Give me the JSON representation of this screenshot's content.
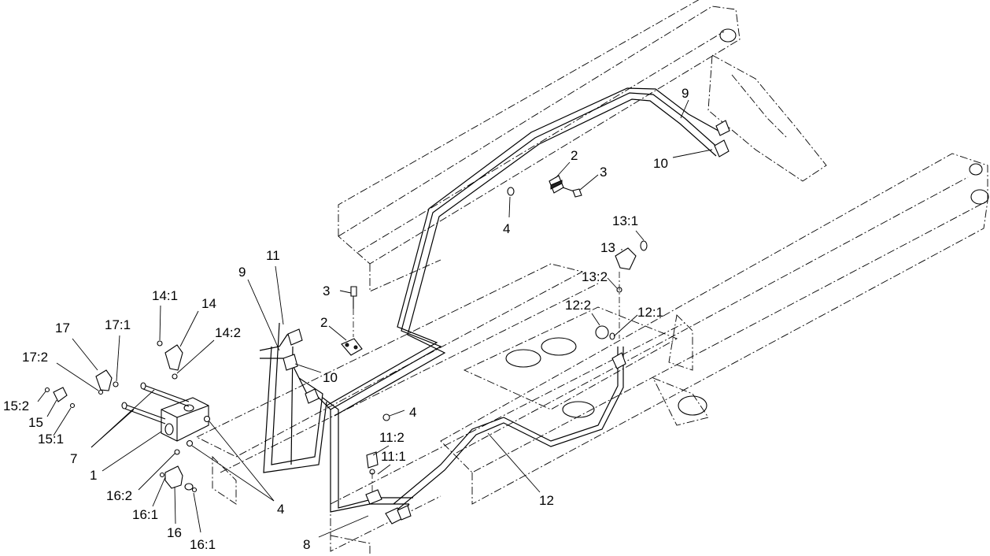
{
  "diagram": {
    "callouts": [
      {
        "id": "c1",
        "text": "1"
      },
      {
        "id": "c2a",
        "text": "2"
      },
      {
        "id": "c2b",
        "text": "2"
      },
      {
        "id": "c3a",
        "text": "3"
      },
      {
        "id": "c3b",
        "text": "3"
      },
      {
        "id": "c4a",
        "text": "4"
      },
      {
        "id": "c4b",
        "text": "4"
      },
      {
        "id": "c4c",
        "text": "4"
      },
      {
        "id": "c7",
        "text": "7"
      },
      {
        "id": "c8",
        "text": "8"
      },
      {
        "id": "c9a",
        "text": "9"
      },
      {
        "id": "c9b",
        "text": "9"
      },
      {
        "id": "c10a",
        "text": "10"
      },
      {
        "id": "c10b",
        "text": "10"
      },
      {
        "id": "c11",
        "text": "11"
      },
      {
        "id": "c11_1",
        "text": "11:1"
      },
      {
        "id": "c11_2",
        "text": "11:2"
      },
      {
        "id": "c12",
        "text": "12"
      },
      {
        "id": "c12_1",
        "text": "12:1"
      },
      {
        "id": "c12_2",
        "text": "12:2"
      },
      {
        "id": "c13",
        "text": "13"
      },
      {
        "id": "c13_1",
        "text": "13:1"
      },
      {
        "id": "c13_2",
        "text": "13:2"
      },
      {
        "id": "c14",
        "text": "14"
      },
      {
        "id": "c14_1",
        "text": "14:1"
      },
      {
        "id": "c14_2",
        "text": "14:2"
      },
      {
        "id": "c15",
        "text": "15"
      },
      {
        "id": "c15_1",
        "text": "15:1"
      },
      {
        "id": "c15_2",
        "text": "15:2"
      },
      {
        "id": "c16",
        "text": "16"
      },
      {
        "id": "c16_1a",
        "text": "16:1"
      },
      {
        "id": "c16_1b",
        "text": "16:1"
      },
      {
        "id": "c16_2",
        "text": "16:2"
      },
      {
        "id": "c17",
        "text": "17"
      },
      {
        "id": "c17_1",
        "text": "17:1"
      },
      {
        "id": "c17_2",
        "text": "17:2"
      }
    ]
  }
}
